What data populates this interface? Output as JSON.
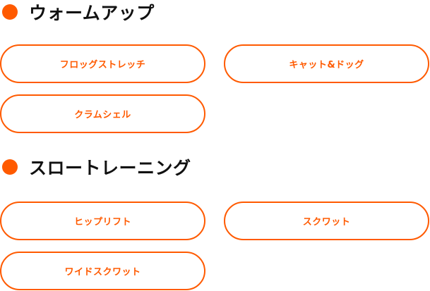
{
  "theme": {
    "accent": "#ff5a00",
    "title_color": "#111111"
  },
  "sections": [
    {
      "title": "ウォームアップ",
      "items": [
        {
          "label": "フロッグストレッチ"
        },
        {
          "label": "キャット&ドッグ"
        },
        {
          "label": "クラムシェル"
        }
      ]
    },
    {
      "title": "スロートレーニング",
      "items": [
        {
          "label": "ヒップリフト"
        },
        {
          "label": "スクワット"
        },
        {
          "label": "ワイドスクワット"
        }
      ]
    }
  ]
}
